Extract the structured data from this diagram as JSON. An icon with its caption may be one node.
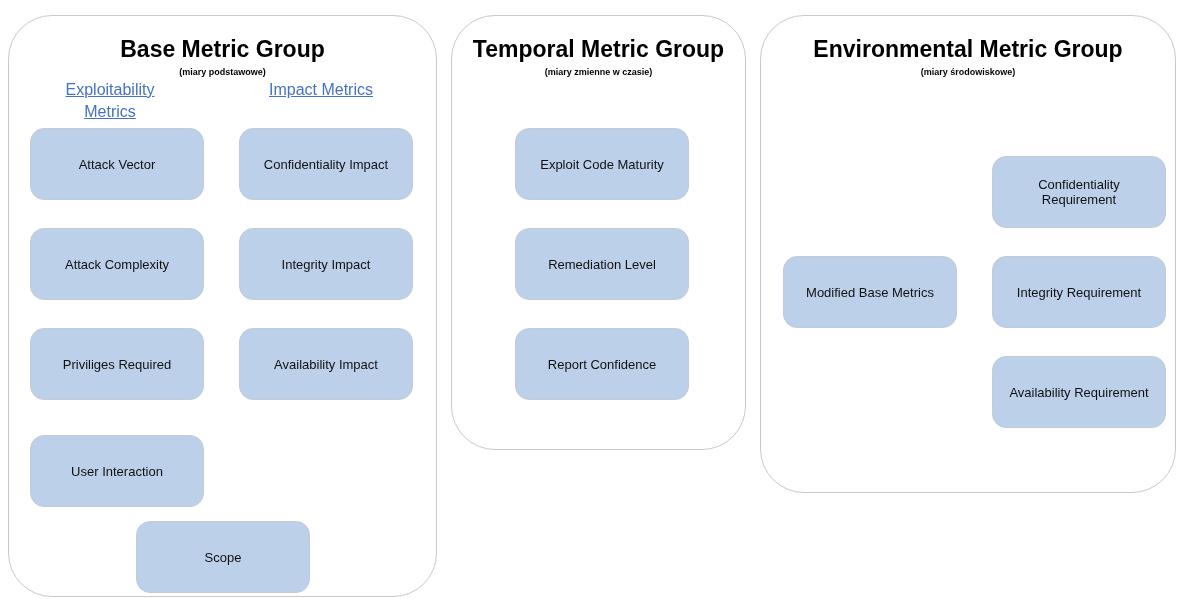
{
  "diagram": {
    "nodes": [
      {
        "text": [
          "Base Metric Group",
          "(miary podstawowe)",
          "Exploitability Metrics",
          "Impact Metrics"
        ]
      },
      {
        "text": [
          "Attack Vector"
        ],
        "in": 0
      },
      {
        "text": [
          "Confidentiality Impact"
        ],
        "in": 0
      },
      {
        "text": [
          "Attack Complexity"
        ],
        "in": 0
      },
      {
        "text": [
          "Integrity Impact"
        ],
        "in": 0
      },
      {
        "text": [
          "Priviliges Required"
        ],
        "in": 0
      },
      {
        "text": [
          "Availability Impact"
        ],
        "in": 0
      },
      {
        "text": [
          "User Interaction"
        ],
        "in": 0
      },
      {
        "text": [
          "Scope"
        ],
        "in": 0
      },
      {
        "text": [
          "Temporal Metric Group",
          "(miary zmienne w czasie)"
        ]
      },
      {
        "text": [
          "Exploit Code Maturity"
        ],
        "in": 9
      },
      {
        "text": [
          "Remediation Level"
        ],
        "in": 9
      },
      {
        "text": [
          "Report Confidence"
        ],
        "in": 9
      },
      {
        "text": [
          "Environmental Metric Group",
          "(miary środowiskowe)"
        ]
      },
      {
        "text": [
          "Modified Base Metrics"
        ],
        "in": 13
      },
      {
        "text": [
          "Confidentiality Requirement"
        ],
        "in": 13
      },
      {
        "text": [
          "Integrity Requirement"
        ],
        "in": 13
      },
      {
        "text": [
          "Availability Requirement"
        ],
        "in": 13
      }
    ],
    "edges": []
  }
}
